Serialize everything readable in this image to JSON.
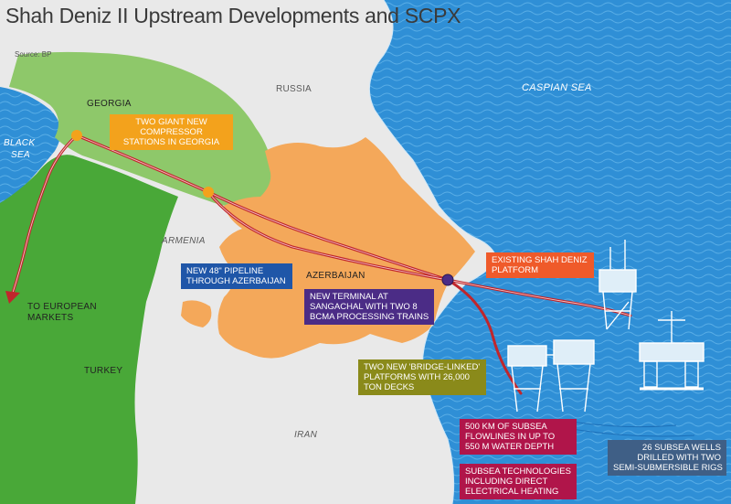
{
  "title": "Shah Deniz II Upstream Developments and SCPX",
  "source": "Source: BP",
  "places": {
    "russia": "RUSSIA",
    "caspian_sea": "CASPIAN SEA",
    "black_sea_line1": "BLACK",
    "black_sea_line2": "SEA",
    "georgia": "GEORGIA",
    "armenia": "ARMENIA",
    "azerbaijan": "AZERBAIJAN",
    "turkey": "TURKEY",
    "iran": "IRAN"
  },
  "arrow_label": {
    "line1": "TO EUROPEAN",
    "line2": "MARKETS"
  },
  "callouts": {
    "compressor": [
      "TWO GIANT NEW",
      "COMPRESSOR",
      "STATIONS IN GEORGIA"
    ],
    "pipeline": [
      "NEW 48\" PIPELINE",
      "THROUGH AZERBAIJAN"
    ],
    "terminal": [
      "NEW TERMINAL AT",
      "SANGACHAL WITH TWO 8",
      "BCMA PROCESSING TRAINS"
    ],
    "existing_platform": [
      "EXISTING SHAH DENIZ",
      "PLATFORM"
    ],
    "bridge_linked": [
      "TWO NEW 'BRIDGE-LINKED'",
      "PLATFORMS WITH 26,000",
      "TON DECKS"
    ],
    "flowlines": [
      "500 KM OF SUBSEA",
      "FLOWLINES IN UP TO",
      "550 M WATER DEPTH"
    ],
    "subsea_tech": [
      "SUBSEA TECHNOLOGIES",
      "INCLUDING DIRECT",
      "ELECTRICAL HEATING"
    ],
    "wells": [
      "26 SUBSEA WELLS",
      "DRILLED WITH TWO",
      "SEMI-SUBMERSIBLE RIGS"
    ]
  },
  "colors": {
    "sea": "#2f8fd6",
    "land_grey": "#e9e9e9",
    "georgia": "#8ec86a",
    "azerbaijan": "#f4a85a",
    "turkey": "#49a838",
    "pipeline": "#c0262c",
    "node_orange": "#f3a21c",
    "node_purple": "#4b2c86"
  }
}
